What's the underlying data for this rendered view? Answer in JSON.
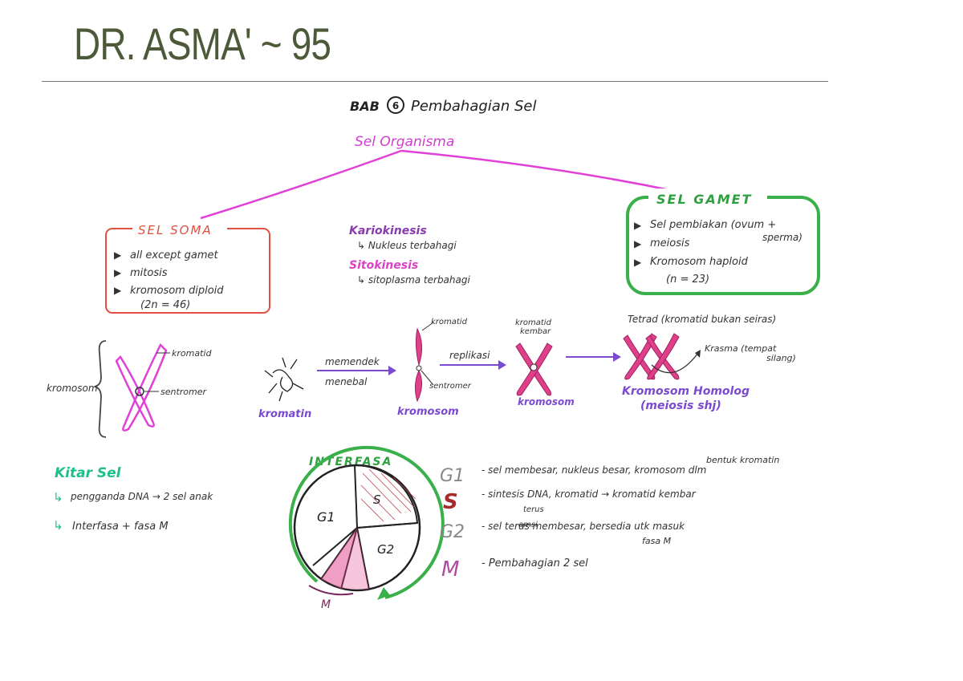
{
  "header": {
    "title": "DR. ASMA' ~ 95"
  },
  "note": {
    "chapter_title": "BAB 6 Pembahagian Sel",
    "chapter_number": "6",
    "chapter_prefix": "BAB",
    "chapter_name": "Pembahagian Sel",
    "organism_heading": "Sel Organisma",
    "sel_soma": {
      "title": "SEL SOMA",
      "items": [
        "all except gamet",
        "mitosis",
        "kromosom diploid",
        "(2n = 46)"
      ]
    },
    "sel_gamet": {
      "title": "SEL GAMET",
      "items": [
        "Sel pembiakan (ovum +",
        "sperma)",
        "meiosis",
        "Kromosom haploid",
        "(n = 23)"
      ]
    },
    "kariokinesis": {
      "term": "Kariokinesis",
      "desc": "↳ Nukleus terbahagi"
    },
    "sitokinesis": {
      "term": "Sitokinesis",
      "desc": "↳ sitoplasma terbahagi"
    },
    "chromosome_diagram": {
      "labels": {
        "kromatid": "kromatid",
        "sentromer": "sentromer",
        "kromosom": "kromosom"
      }
    },
    "process": {
      "kromatin": "kromatin",
      "arrow1_top": "memendek",
      "arrow1_bottom": "menebal",
      "kromatid_top": "kromatid",
      "sentromer": "sentromer",
      "kromosom1": "kromosom",
      "arrow2": "replikasi",
      "kromatid_kembar_1": "kromatid",
      "kromatid_kembar_2": "kembar",
      "kromosom2": "kromosom",
      "tetrad": "Tetrad (kromatid bukan seiras)",
      "krasma": "Krasma (tempat",
      "krasma2": "silang)",
      "homolog": "Kromosom Homolog",
      "homolog2": "(meiosis shj)"
    },
    "kitar_sel": {
      "title": "Kitar Sel",
      "items": [
        "pengganda DNA → 2 sel anak",
        "Interfasa + fasa M"
      ]
    },
    "interfasa": {
      "label": "INTERFASA",
      "segments": [
        "G1",
        "S",
        "G2"
      ],
      "m_label": "M"
    },
    "phases": [
      {
        "code": "G1",
        "color": "#888888",
        "desc": "- sel membesar, nukleus besar, kromosom dlm",
        "desc2": "bentuk kromatin"
      },
      {
        "code": "S",
        "color": "#a82a2a",
        "desc": "- sintesis DNA, kromatid → kromatid kembar",
        "desc2": ""
      },
      {
        "code": "G2",
        "color": "#888888",
        "desc": "- sel terus membesar, bersedia utk masuk",
        "desc2": "fasa M",
        "struck": "amsi",
        "inserted": "terus"
      },
      {
        "code": "M",
        "color": "#b04aa0",
        "desc": "- Pembahagian 2 sel",
        "desc2": ""
      }
    ],
    "colors": {
      "magenta": "#e040d8",
      "red": "#e05040",
      "green": "#3ab04a",
      "purple": "#7a4ad0",
      "pink": "#e0408a",
      "teal": "#1fbf8a"
    }
  }
}
